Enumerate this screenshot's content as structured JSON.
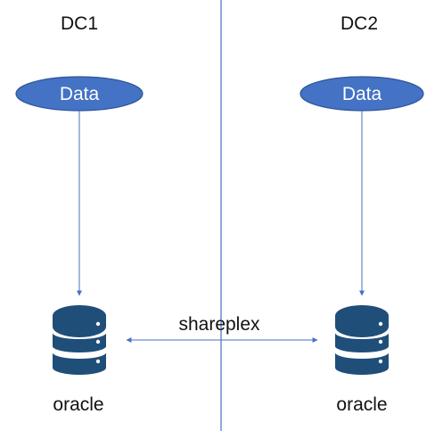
{
  "datacenters": [
    {
      "name": "DC1",
      "source_label": "Data",
      "database_label": "oracle"
    },
    {
      "name": "DC2",
      "source_label": "Data",
      "database_label": "oracle"
    }
  ],
  "replication_label": "shareplex",
  "colors": {
    "ellipse_fill": "#4472c4",
    "ellipse_stroke": "#2f5597",
    "arrow": "#4472c4",
    "divider": "#4472c4",
    "database": "#1f4e79"
  },
  "icons": {
    "database": "database-icon"
  }
}
